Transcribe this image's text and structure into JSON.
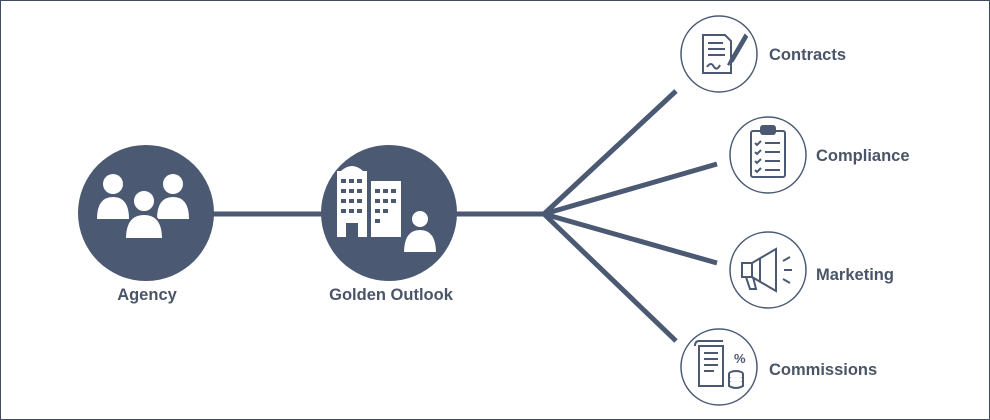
{
  "diagram": {
    "colors": {
      "primary": "#4b5a72",
      "line": "#4b5a72",
      "ring": "#4b5a72",
      "background": "#ffffff",
      "text": "#4b5568"
    },
    "nodes": [
      {
        "id": "agency",
        "label": "Agency",
        "icon": "people-group-icon"
      },
      {
        "id": "golden-outlook",
        "label": "Golden Outlook",
        "icon": "office-buildings-person-icon"
      }
    ],
    "branches": [
      {
        "id": "contracts",
        "label": "Contracts",
        "icon": "contract-signature-icon"
      },
      {
        "id": "compliance",
        "label": "Compliance",
        "icon": "checklist-clipboard-icon"
      },
      {
        "id": "marketing",
        "label": "Marketing",
        "icon": "megaphone-icon"
      },
      {
        "id": "commissions",
        "label": "Commissions",
        "icon": "commission-report-coins-icon"
      }
    ]
  }
}
